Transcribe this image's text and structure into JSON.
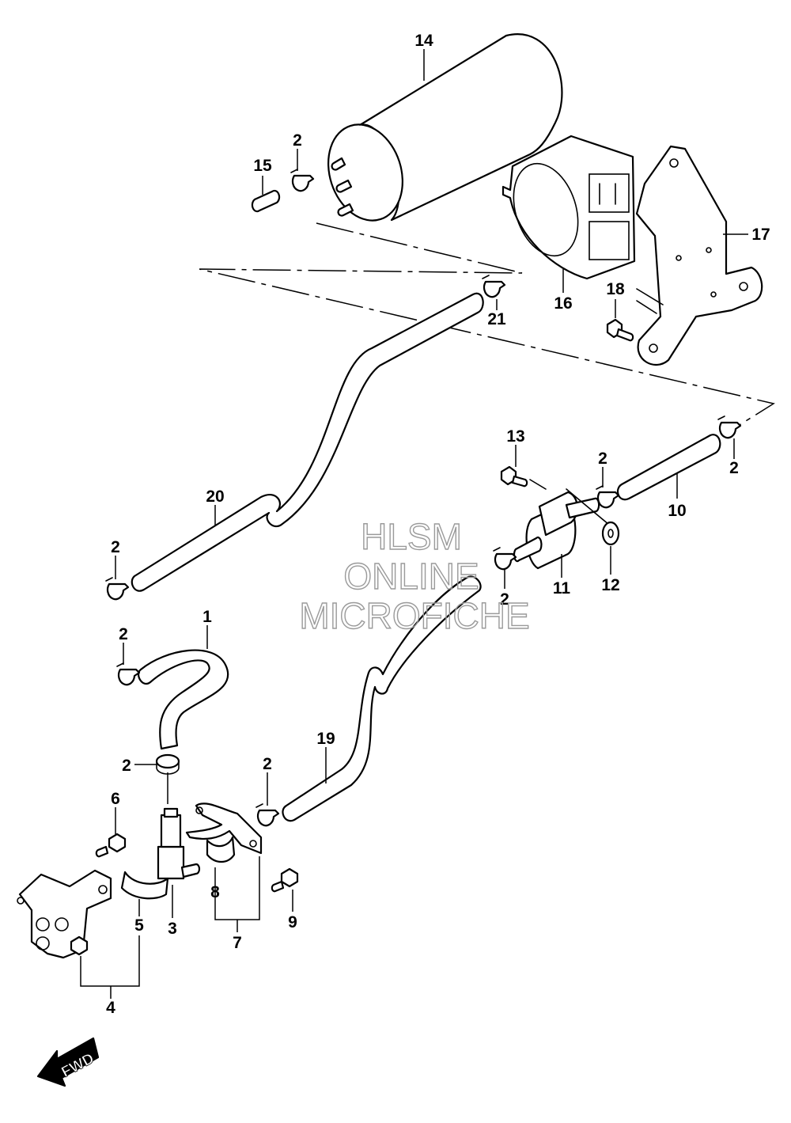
{
  "callouts": [
    "1",
    "2",
    "3",
    "4",
    "5",
    "6",
    "7",
    "8",
    "9",
    "10",
    "11",
    "12",
    "13",
    "14",
    "15",
    "16",
    "17",
    "18",
    "19",
    "20",
    "21"
  ],
  "clamp_label": "2",
  "watermark": {
    "line1": "HLSM",
    "line2": "ONLINE",
    "line3": "MICROFICHE"
  },
  "direction_label": "FWD",
  "colors": {
    "ink": "#000000",
    "watermark": "#9a9a9a",
    "background": "#ffffff"
  }
}
